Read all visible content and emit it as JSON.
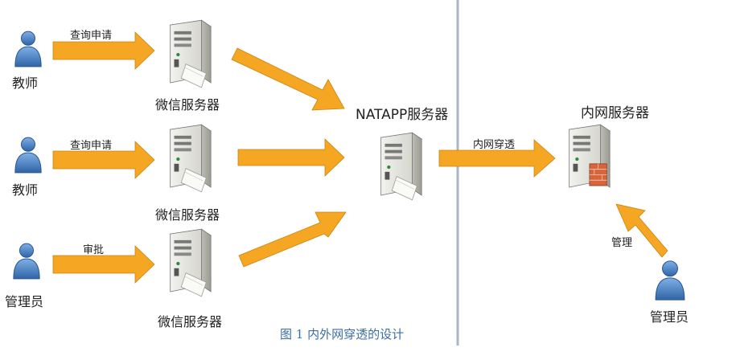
{
  "caption": "图 1 内外网穿透的设计",
  "actors": {
    "teacher_1": "教师",
    "teacher_2": "教师",
    "admin_1": "管理员",
    "admin_2": "管理员"
  },
  "servers": {
    "wechat_1": "微信服务器",
    "wechat_2": "微信服务器",
    "wechat_3": "微信服务器",
    "natapp": "NATAPP服务器",
    "intranet": "内网服务器"
  },
  "edges": {
    "query_1": "查询申请",
    "query_2": "查询申请",
    "approve": "审批",
    "penetrate": "内网穿透",
    "manage": "管理"
  },
  "colors": {
    "arrow": "#f5a623",
    "arrow_edge": "#c98410",
    "person": "#4a82c4",
    "divider": "#a9b6c8"
  },
  "icons": {
    "person": "person-icon",
    "server": "server-icon"
  }
}
